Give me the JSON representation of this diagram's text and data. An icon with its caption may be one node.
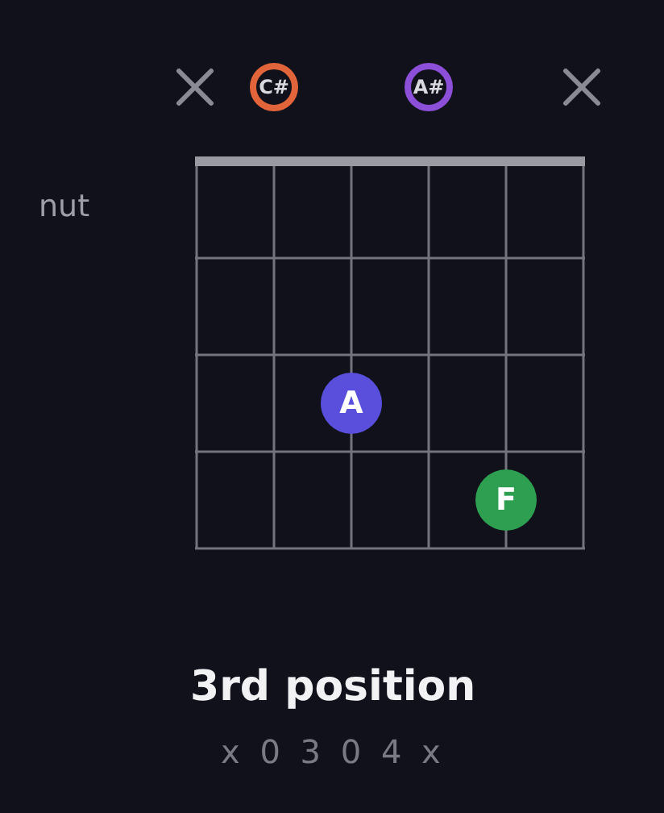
{
  "diagram": {
    "title": "3rd position",
    "nodes": [
      {
        "text": [
          "C#"
        ]
      },
      {
        "text": [
          "A#"
        ]
      },
      {
        "text": [
          "A"
        ]
      },
      {
        "text": [
          "F"
        ]
      }
    ],
    "edges": [],
    "labels": [
      "nut",
      "x 0 3 0 4 x"
    ]
  }
}
